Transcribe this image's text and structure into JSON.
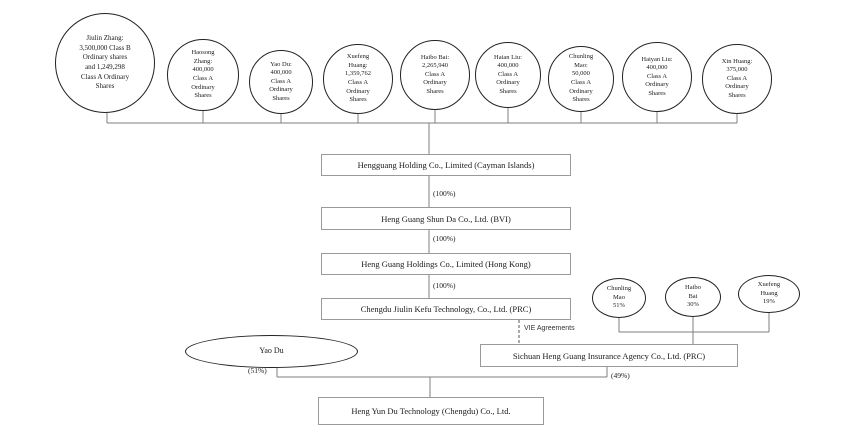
{
  "diagram": {
    "title_hint": "Corporate shareholding structure chart",
    "shareholders": [
      {
        "id": "jiulin-zhang",
        "text": "Jiulin Zhang:\n3,500,000 Class B\nOrdinary shares\nand 1,249,298\nClass A Ordinary\nShares"
      },
      {
        "id": "haosong-zhang",
        "text": "Haosong\nZhang:\n400,000\nClass A\nOrdinary\nShares"
      },
      {
        "id": "yao-du",
        "text": "Yao Du:\n400,000\nClass A\nOrdinary\nShares"
      },
      {
        "id": "xuefeng-huang",
        "text": "Xuefeng\nHuang:\n1,359,762\nClass A\nOrdinary\nShares"
      },
      {
        "id": "haibo-bai",
        "text": "Haibo Bai:\n2,265,940\nClass A\nOrdinary\nShares"
      },
      {
        "id": "haian-liu",
        "text": "Haian Liu:\n400,000\nClass A\nOrdinary\nShares"
      },
      {
        "id": "chunling-mao",
        "text": "Chunling\nMao:\n50,000\nClass A\nOrdinary\nShares"
      },
      {
        "id": "haiyan-liu",
        "text": "Haiyan Liu:\n400,000\nClass A\nOrdinary\nShares"
      },
      {
        "id": "xin-huang",
        "text": "Xin Huang:\n375,000\nClass A\nOrdinary\nShares"
      }
    ],
    "entities": {
      "cayman": "Hengguang Holding Co., Limited (Cayman Islands)",
      "bvi": "Heng Guang Shun Da Co., Ltd. (BVI)",
      "hong_kong": "Heng Guang Holdings Co., Limited (Hong Kong)",
      "prc_wfoe": "Chengdu Jiulin Kefu Technology, Co., Ltd. (PRC)",
      "vie_entity": "Sichuan Heng Guang Insurance Agency Co., Ltd. (PRC)",
      "subsidiary": "Heng Yun Du Technology (Chengdu) Co., Ltd.",
      "yao_du": "Yao Du"
    },
    "vie_shareholders": [
      {
        "id": "chunling-mao-51",
        "text": "Chunling\nMao\n51%"
      },
      {
        "id": "haibo-bai-30",
        "text": "Haibo\nBai\n30%"
      },
      {
        "id": "xuefeng-huang-19",
        "text": "Xuefeng\nHuang\n19%"
      }
    ],
    "labels": {
      "pct100_1": "(100%)",
      "pct100_2": "(100%)",
      "pct100_3": "(100%)",
      "vie_agreements": "VIE Agreements",
      "pct51": "(51%)",
      "pct49": "(49%)"
    },
    "colors": {
      "background": "#ffffff",
      "line": "#7f7f7f",
      "box_border": "#9a9a9a",
      "circle_border": "#222222",
      "text": "#1a1a1a"
    }
  }
}
